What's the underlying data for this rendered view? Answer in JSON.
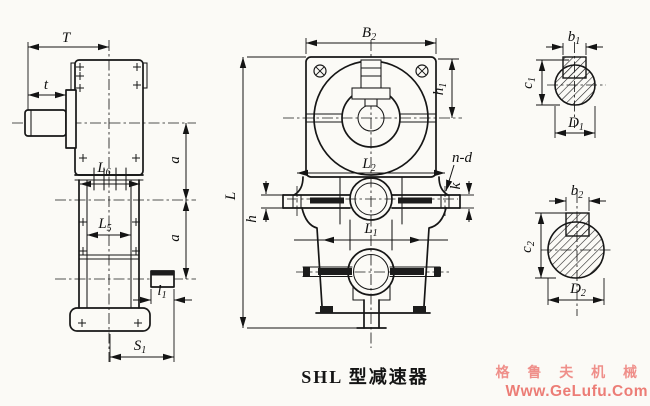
{
  "caption": "SHL 型减速器",
  "watermark": {
    "line1": "格 鲁 夫 机 械",
    "line2": "Www.GeLufu.Com"
  },
  "colors": {
    "ink": "#161616",
    "watermark1": "#ef8f8a",
    "watermark2": "#ec7d76",
    "background": "#fbfaf6"
  },
  "labels": {
    "side": {
      "T": "T",
      "t": "t",
      "L6": {
        "base": "L",
        "sub": "6"
      },
      "L5": {
        "base": "L",
        "sub": "5"
      },
      "a1": "a",
      "a2": "a",
      "l1": {
        "base": "l",
        "sub": "1"
      },
      "S1": {
        "base": "S",
        "sub": "1"
      }
    },
    "front": {
      "B2": {
        "base": "B",
        "sub": "2"
      },
      "h1": {
        "base": "h",
        "sub": "1"
      },
      "L": "L",
      "L2": {
        "base": "L",
        "sub": "2"
      },
      "L1": {
        "base": "L",
        "sub": "1"
      },
      "nd": "n-d",
      "k": "k",
      "h": "h"
    },
    "sections": {
      "b1": {
        "base": "b",
        "sub": "1"
      },
      "c1": {
        "base": "c",
        "sub": "1"
      },
      "D1": {
        "base": "D",
        "sub": "1"
      },
      "b2": {
        "base": "b",
        "sub": "2"
      },
      "c2": {
        "base": "c",
        "sub": "2"
      },
      "D2": {
        "base": "D",
        "sub": "2"
      }
    }
  }
}
